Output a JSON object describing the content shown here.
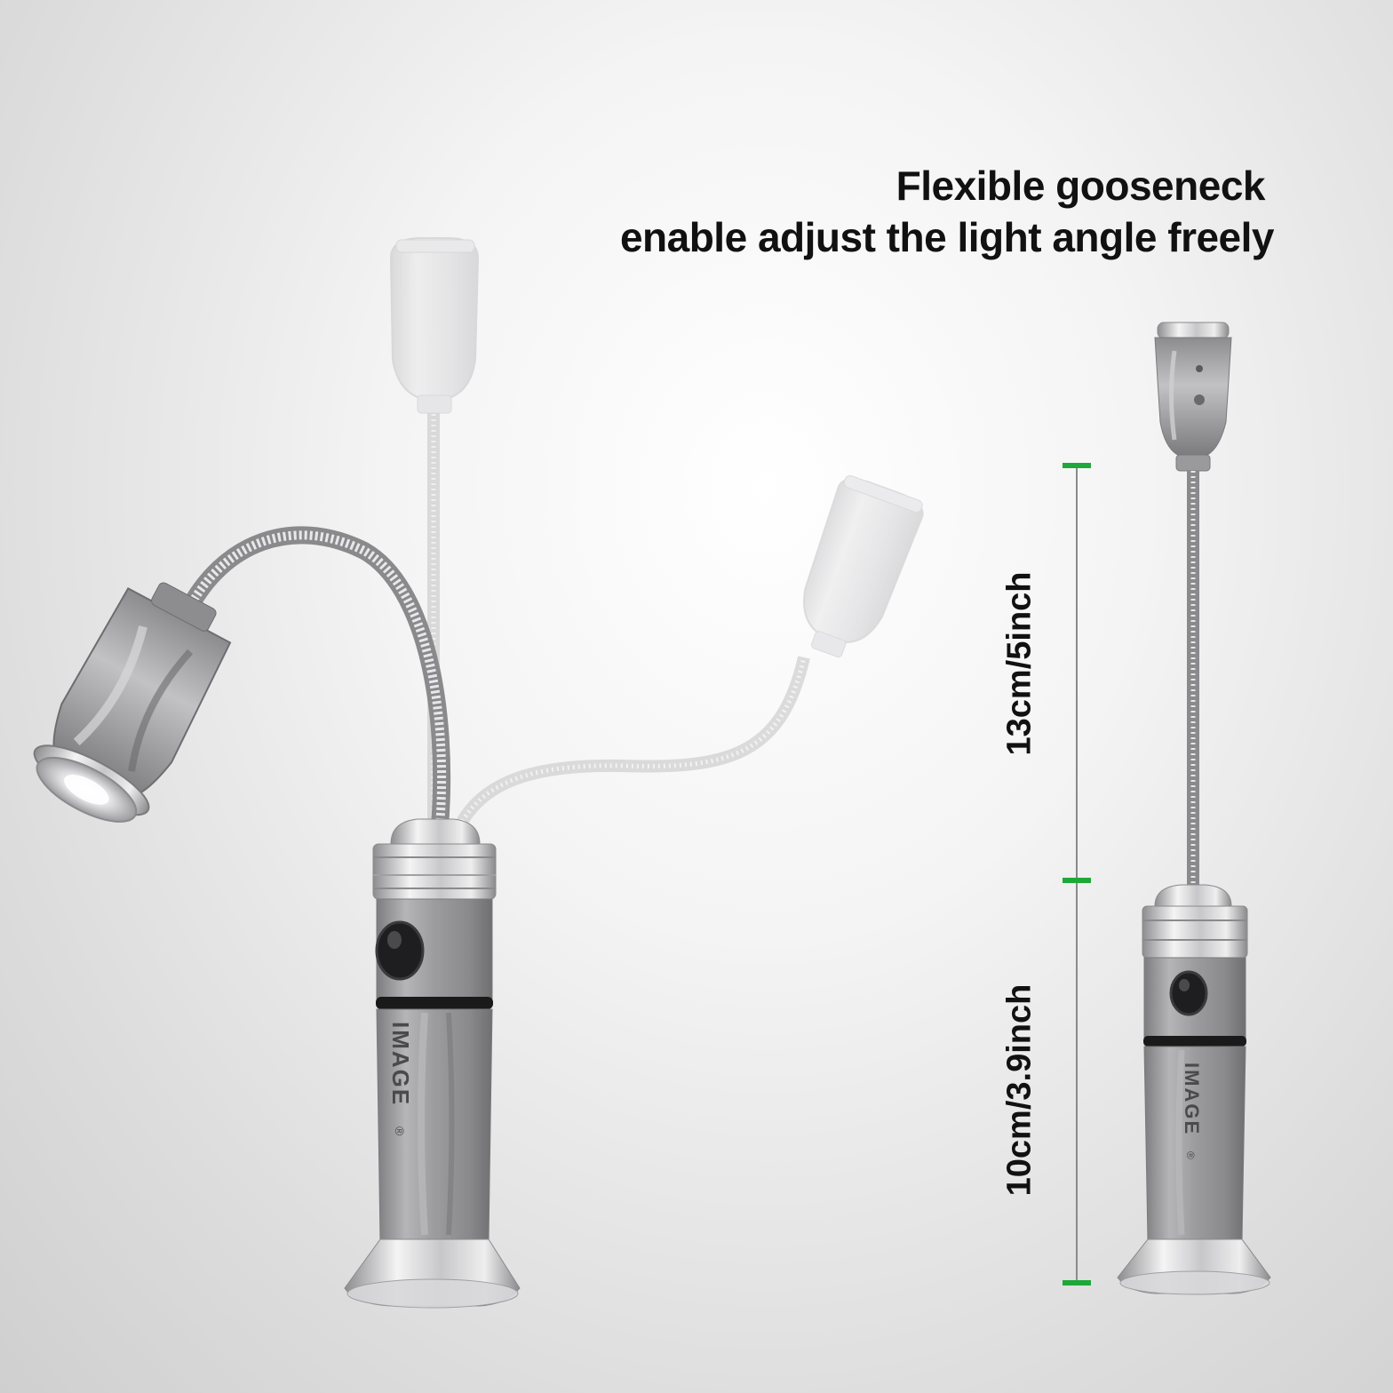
{
  "headline": {
    "line1": "Flexible gooseneck",
    "line2": "enable adjust the light angle freely"
  },
  "dimensions": {
    "gooseneck_length": "13cm/5inch",
    "base_length": "10cm/3.9inch"
  },
  "product": {
    "brand_mark": "IMAGE",
    "brand_mark_symbol": "®"
  },
  "colors": {
    "marker_green": "#1fa83a",
    "body_gray": "#9a9a9c",
    "text": "#111111"
  }
}
